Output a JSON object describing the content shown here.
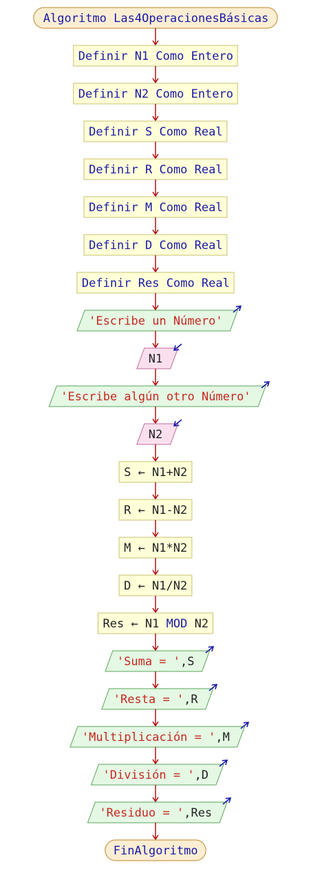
{
  "flowchart": {
    "start": {
      "parts": [
        {
          "t": "Algoritmo ",
          "c": "kw"
        },
        {
          "t": "Las4OperacionesBásicas",
          "c": "kw"
        }
      ]
    },
    "end": {
      "parts": [
        {
          "t": "FinAlgoritmo",
          "c": "kw"
        }
      ]
    },
    "steps": [
      {
        "kind": "process",
        "parts": [
          {
            "t": "Definir ",
            "c": "kw"
          },
          {
            "t": "N1 ",
            "c": "kw"
          },
          {
            "t": "Como Entero",
            "c": "kw"
          }
        ]
      },
      {
        "kind": "process",
        "parts": [
          {
            "t": "Definir ",
            "c": "kw"
          },
          {
            "t": "N2 ",
            "c": "kw"
          },
          {
            "t": "Como Entero",
            "c": "kw"
          }
        ]
      },
      {
        "kind": "process",
        "parts": [
          {
            "t": "Definir ",
            "c": "kw"
          },
          {
            "t": "S ",
            "c": "kw"
          },
          {
            "t": "Como Real",
            "c": "kw"
          }
        ]
      },
      {
        "kind": "process",
        "parts": [
          {
            "t": "Definir ",
            "c": "kw"
          },
          {
            "t": "R ",
            "c": "kw"
          },
          {
            "t": "Como Real",
            "c": "kw"
          }
        ]
      },
      {
        "kind": "process",
        "parts": [
          {
            "t": "Definir ",
            "c": "kw"
          },
          {
            "t": "M ",
            "c": "kw"
          },
          {
            "t": "Como Real",
            "c": "kw"
          }
        ]
      },
      {
        "kind": "process",
        "parts": [
          {
            "t": "Definir ",
            "c": "kw"
          },
          {
            "t": "D ",
            "c": "kw"
          },
          {
            "t": "Como Real",
            "c": "kw"
          }
        ]
      },
      {
        "kind": "process",
        "parts": [
          {
            "t": "Definir ",
            "c": "kw"
          },
          {
            "t": "Res ",
            "c": "kw"
          },
          {
            "t": "Como Real",
            "c": "kw"
          }
        ]
      },
      {
        "kind": "output",
        "parts": [
          {
            "t": "'Escribe un Número'",
            "c": "st"
          }
        ]
      },
      {
        "kind": "input",
        "parts": [
          {
            "t": "N1",
            "c": "tx"
          }
        ]
      },
      {
        "kind": "output",
        "parts": [
          {
            "t": "'Escribe algún otro Número'",
            "c": "st"
          }
        ]
      },
      {
        "kind": "input",
        "parts": [
          {
            "t": "N2",
            "c": "tx"
          }
        ]
      },
      {
        "kind": "process",
        "parts": [
          {
            "t": "S ← N1+N2",
            "c": "tx"
          }
        ]
      },
      {
        "kind": "process",
        "parts": [
          {
            "t": "R ← N1-N2",
            "c": "tx"
          }
        ]
      },
      {
        "kind": "process",
        "parts": [
          {
            "t": "M ← N1*N2",
            "c": "tx"
          }
        ]
      },
      {
        "kind": "process",
        "parts": [
          {
            "t": "D ← N1/N2",
            "c": "tx"
          }
        ]
      },
      {
        "kind": "process",
        "parts": [
          {
            "t": "Res ← N1 ",
            "c": "tx"
          },
          {
            "t": "MOD",
            "c": "kw"
          },
          {
            "t": " N2",
            "c": "tx"
          }
        ]
      },
      {
        "kind": "output",
        "parts": [
          {
            "t": "'Suma = '",
            "c": "st"
          },
          {
            "t": ",S",
            "c": "tx"
          }
        ]
      },
      {
        "kind": "output",
        "parts": [
          {
            "t": "'Resta = '",
            "c": "st"
          },
          {
            "t": ",R",
            "c": "tx"
          }
        ]
      },
      {
        "kind": "output",
        "parts": [
          {
            "t": "'Multiplicación = '",
            "c": "st"
          },
          {
            "t": ",M",
            "c": "tx"
          }
        ]
      },
      {
        "kind": "output",
        "parts": [
          {
            "t": "'División = '",
            "c": "st"
          },
          {
            "t": ",D",
            "c": "tx"
          }
        ]
      },
      {
        "kind": "output",
        "parts": [
          {
            "t": "'Residuo = '",
            "c": "st"
          },
          {
            "t": ",Res",
            "c": "tx"
          }
        ]
      }
    ]
  },
  "colors": {
    "terminal_fill": "#fbeed3",
    "terminal_stroke": "#c99a4e",
    "process_fill": "#ffffd8",
    "process_stroke": "#c8c070",
    "output_fill": "#e4f8e4",
    "output_stroke": "#5aa35a",
    "input_fill": "#fae0ee",
    "input_stroke": "#c06a9a",
    "arrow": "#b00000",
    "io_arrow": "#1a1aa8",
    "keyword": "#1a1aa8",
    "text": "#222222",
    "string": "#c8281f"
  }
}
